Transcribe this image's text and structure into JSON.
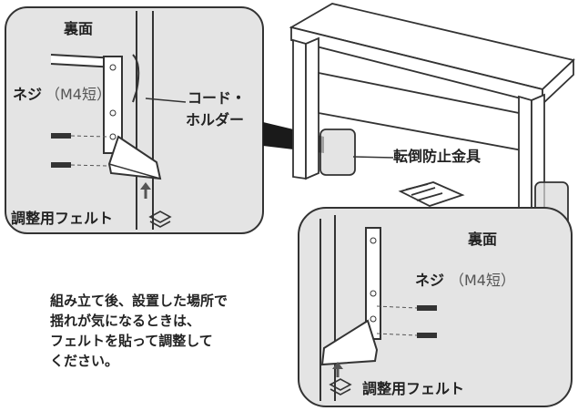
{
  "left_panel": {
    "back_label": "裏面",
    "screw_label": "ネジ",
    "screw_spec": "（M4短）",
    "cord_holder_line1": "コード・",
    "cord_holder_line2": "ホルダー",
    "felt_label": "調整用フェルト"
  },
  "main": {
    "tip_prevention_label": "転倒防止金具"
  },
  "right_panel": {
    "back_label": "裏面",
    "screw_label": "ネジ",
    "screw_spec": "（M4短）",
    "felt_label": "調整用フェルト"
  },
  "note": {
    "lines": [
      "組み立て後、設置した場所で",
      "揺れが気になるときは、",
      "フェルトを貼って調整して",
      "ください。"
    ]
  }
}
